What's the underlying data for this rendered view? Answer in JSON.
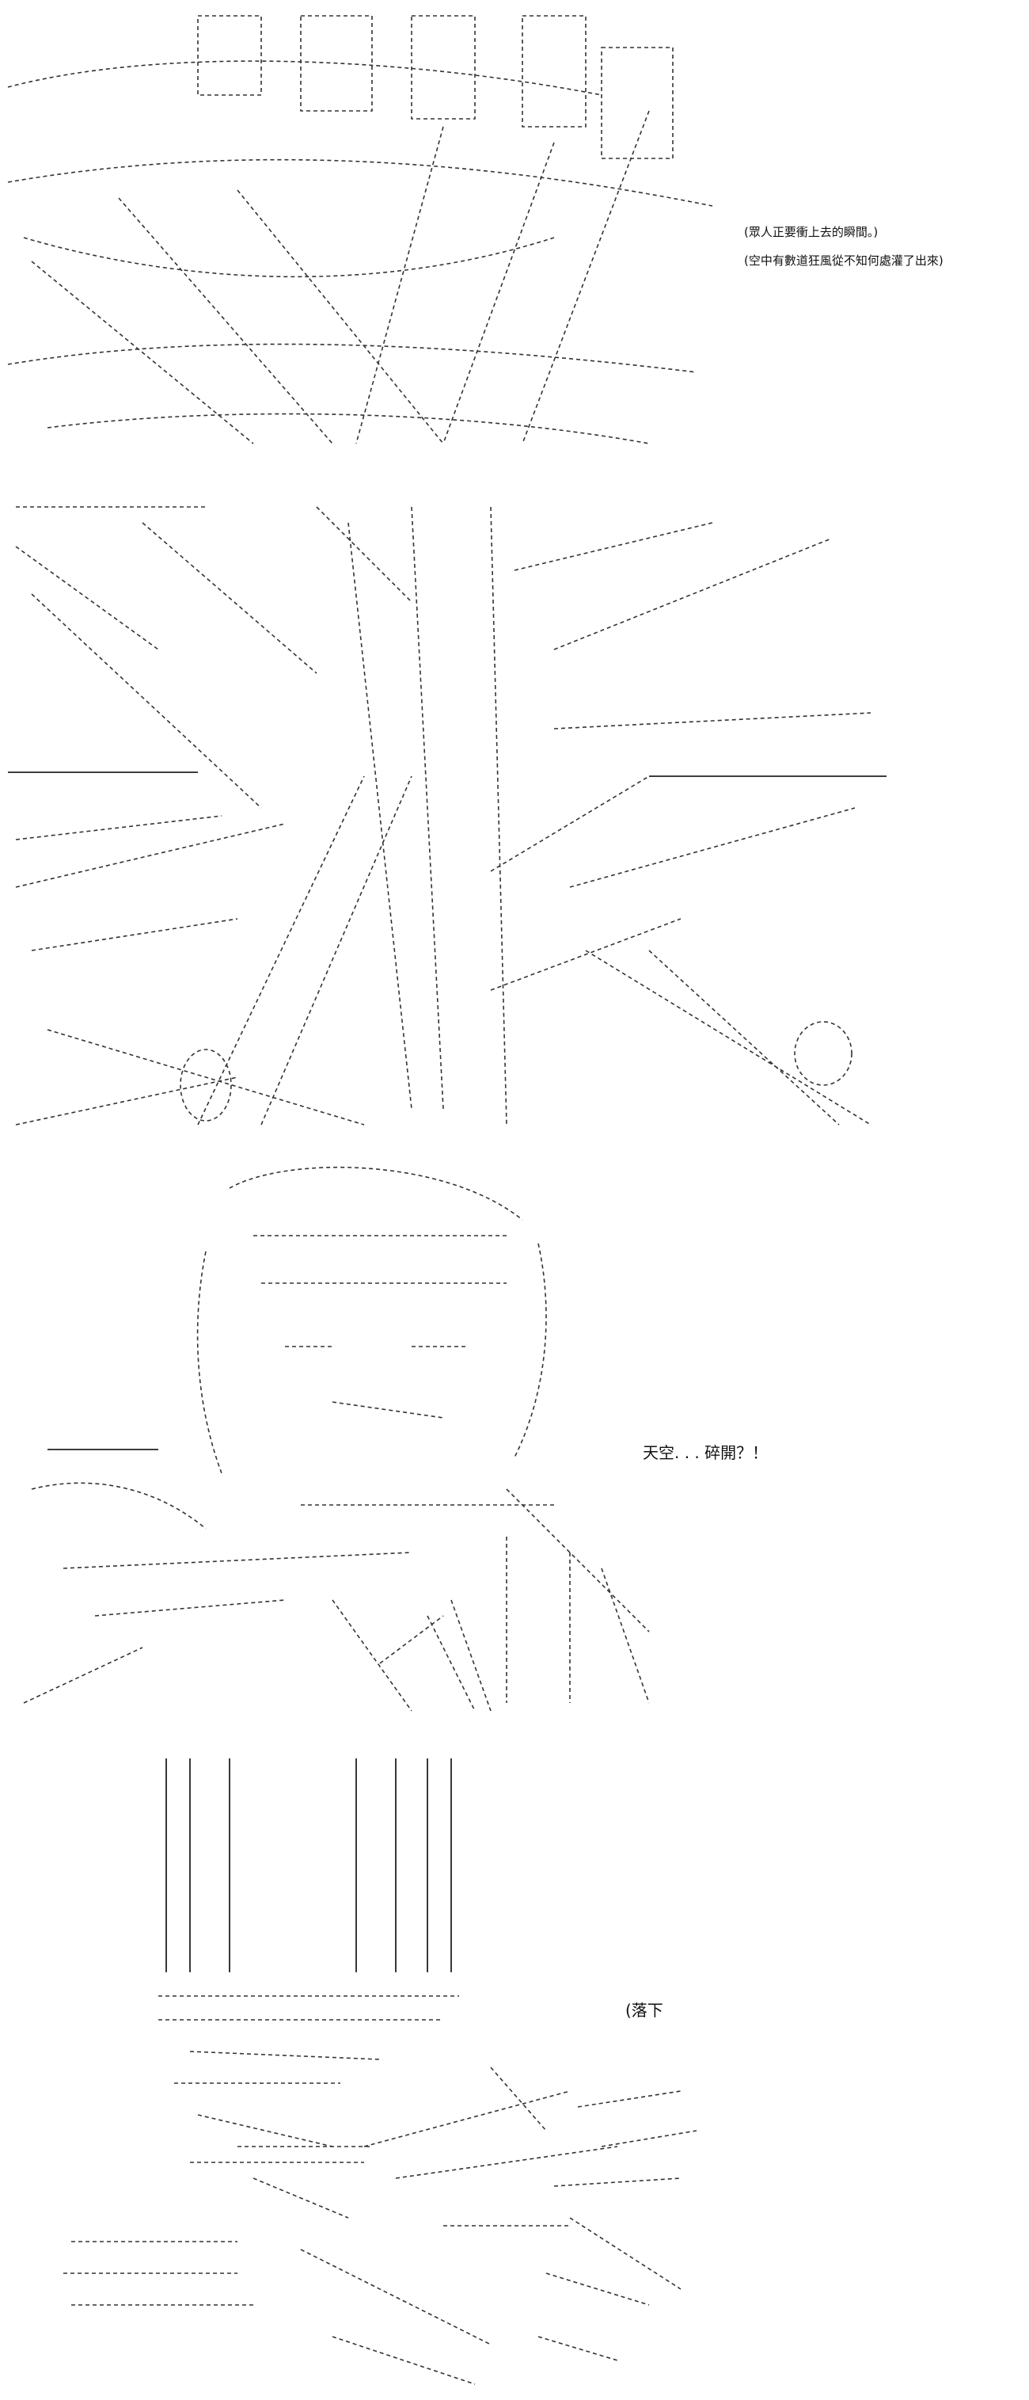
{
  "panels": [
    {
      "id": "panel-1",
      "captions": [
        "(眾人正要衝上去的瞬間。)",
        "(空中有數道狂風從不知何處灌了出來)"
      ]
    },
    {
      "id": "panel-2",
      "captions": []
    },
    {
      "id": "panel-3",
      "captions": [
        "天空. . . 碎開？！"
      ]
    },
    {
      "id": "panel-4",
      "captions": [
        "(落下"
      ]
    }
  ]
}
